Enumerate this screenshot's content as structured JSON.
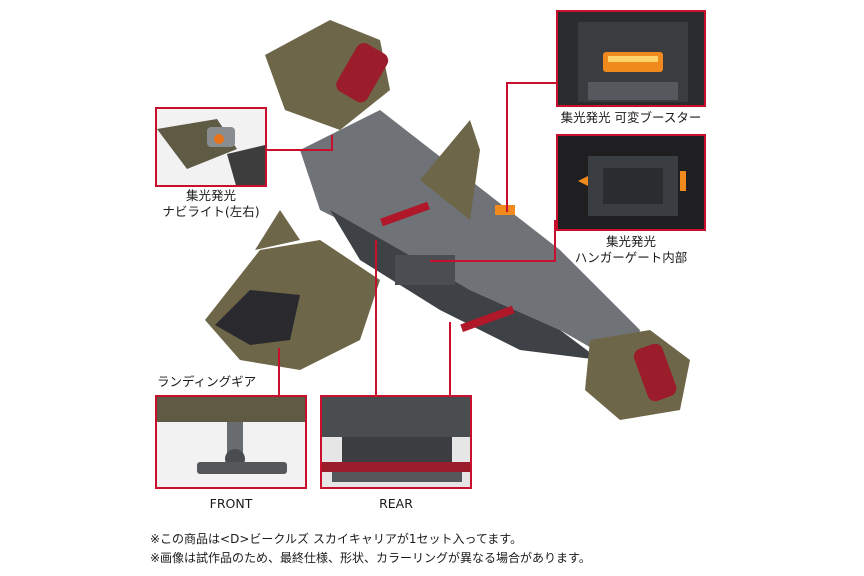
{
  "labels": {
    "navlight": [
      "集光発光",
      "ナビライト(左右)"
    ],
    "booster": "集光発光 可変ブースター",
    "hangar": [
      "集光発光",
      "ハンガーゲート内部"
    ],
    "landing": "ランディングギア",
    "front": "FRONT",
    "rear": "REAR"
  },
  "notes": [
    "※この商品は<D>ビークルズ スカイキャリアが1セット入ってます。",
    "※画像は試作品のため、最終仕様、形状、カラーリングが異なる場合があります。"
  ],
  "colors": {
    "accent": "#c8102e",
    "armor_olive": "#6e6648",
    "frame_gray": "#6f7378",
    "light_orange": "#f08a1c"
  }
}
